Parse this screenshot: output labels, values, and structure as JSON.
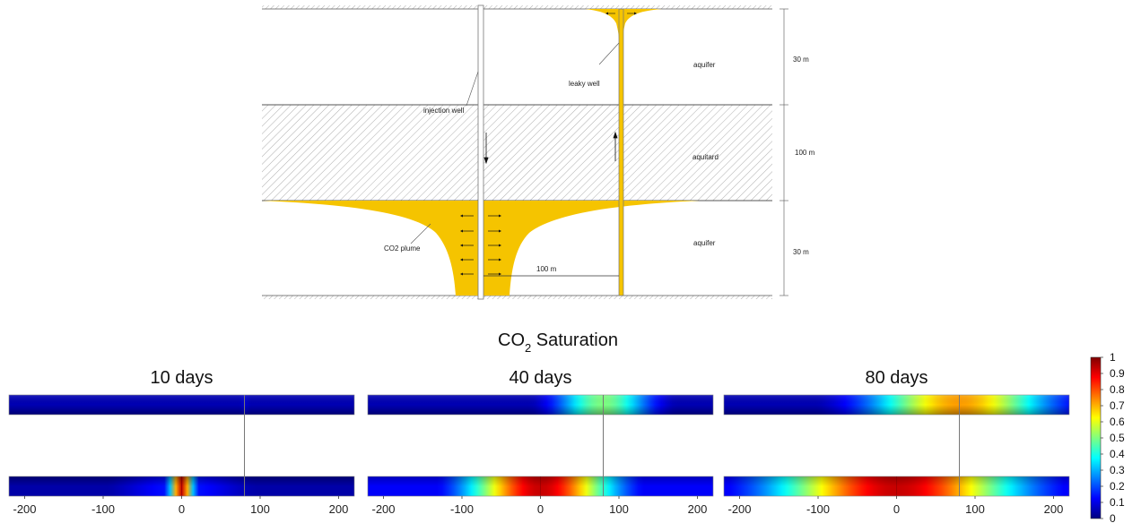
{
  "schematic": {
    "injection_well_label": "injection well",
    "leaky_well_label": "leaky well",
    "plume_label": "CO2 plume",
    "upper_layer_label": "aquifer",
    "middle_layer_label": "aquitard",
    "lower_layer_label": "aquifer",
    "upper_thickness": "30 m",
    "middle_thickness": "100 m",
    "lower_thickness": "30 m",
    "distance_label": "100 m"
  },
  "figure_title_main": "CO",
  "figure_title_sub": "2",
  "figure_title_rest": " Saturation",
  "panels": [
    {
      "title": "10 days",
      "day": 10
    },
    {
      "title": "40 days",
      "day": 40
    },
    {
      "title": "80 days",
      "day": 80
    }
  ],
  "x_ticks": [
    "-200",
    "-100",
    "0",
    "100",
    "200"
  ],
  "colorbar": {
    "ticks": [
      "1",
      "0.9",
      "0.8",
      "0.7",
      "0.6",
      "0.5",
      "0.4",
      "0.3",
      "0.2",
      "0.1",
      "0"
    ],
    "colormap": "jet",
    "range": [
      0,
      1
    ]
  },
  "colors": {
    "plume": "#f5c400",
    "aquitard_fill": "#e4e4e4",
    "well_line": "#777777"
  }
}
